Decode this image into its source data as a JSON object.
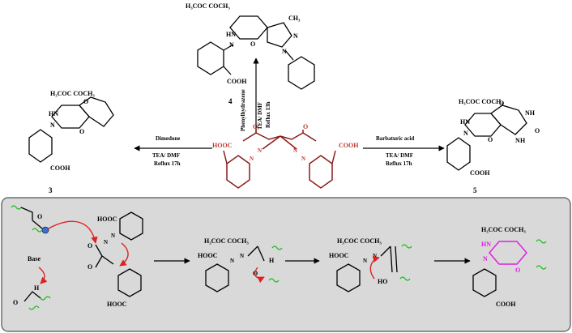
{
  "compounds": {
    "c4": {
      "number": "4",
      "acetyls": "H₃COC  COCH₃",
      "methyl": "CH₃",
      "nh": "HN",
      "n": "N",
      "o": "O",
      "n_pyr1": "N",
      "n_pyr2": "N",
      "cooh": "COOH"
    },
    "c3": {
      "number": "3",
      "acetyls": "H₃COC  COCH₃",
      "nh": "HN",
      "n": "N",
      "o_ring": "O",
      "o_keto": "O",
      "cooh": "COOH"
    },
    "c5": {
      "number": "5",
      "acetyls": "H₃COC  COCH₃",
      "nh1": "HN",
      "nh2": "NH",
      "n": "N",
      "o_ring": "O",
      "o1": "O",
      "o2": "O",
      "nh3": "N",
      "h3": "H",
      "cooh": "COOH"
    },
    "start": {
      "hooc": "HOOC",
      "cooh": "COOH",
      "o1": "O",
      "o2": "O",
      "n1": "N",
      "n2": "N",
      "n3": "N",
      "n4": "N"
    }
  },
  "reactions": {
    "to_c4": {
      "reagent": "Phenylhydrazene",
      "base": "TEA/ DMF",
      "cond": "Reflux 13h"
    },
    "to_c3": {
      "reagent": "Dimedone",
      "base": "TEA/ DMF",
      "cond": "Reflux 17h"
    },
    "to_c5": {
      "reagent": "Barbaturic acid",
      "base": "TEA/ DMF",
      "cond": "Reflux 17h"
    }
  },
  "mechanism": {
    "base_label": "Base",
    "h_label": "H",
    "o_label": "O",
    "step1": {
      "hooc": "HOOC",
      "n1": "N",
      "n2": "N",
      "o1": "O",
      "o2": "O",
      "hooc2": "HOOC"
    },
    "step2": {
      "acetyls": "H₃COC   COCH₃",
      "hooc": "HOOC",
      "n1": "N",
      "n2": "N",
      "o": "O",
      "h": "H"
    },
    "step3": {
      "acetyls": "H₃COC   COCH₃",
      "hooc": "HOOC",
      "n1": "N",
      "n2": "N",
      "ho": "HO"
    },
    "step4": {
      "acetyls": "H₃COC   COCH₃",
      "hn": "HN",
      "n": "N",
      "o": "O",
      "cooh": "COOH"
    }
  },
  "colors": {
    "panel": "#d9d9d9",
    "panel_border": "#6e6e6e",
    "red_struct": "#8b1a1a",
    "magenta": "#e020e0",
    "wavy": "#1dbf1d",
    "curly_arrow": "#e02020"
  }
}
